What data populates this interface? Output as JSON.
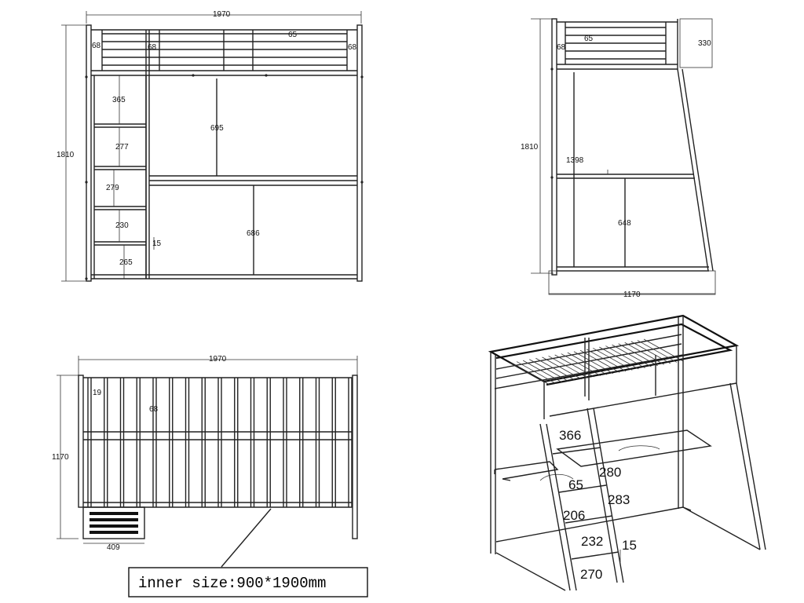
{
  "front_view": {
    "width": "1970",
    "height": "1810",
    "rail_left": "68",
    "rail_mid": "68",
    "rail_right": "68",
    "rail_spacing": "65",
    "step1": "365",
    "step2": "277",
    "step3": "279",
    "step4": "230",
    "step5": "265",
    "step_small": "15",
    "upper_opening": "695",
    "lower_opening": "686"
  },
  "side_view": {
    "height": "1810",
    "rail_left": "68",
    "rail_spacing": "65",
    "guard_height": "330",
    "desk_height": "1398",
    "lower_opening": "648",
    "length": "1170"
  },
  "top_view": {
    "length": "1970",
    "width": "1170",
    "slat_gap": "19",
    "slat_label": "68",
    "ladder_width": "409",
    "note": "inner size:900*1900mm"
  },
  "iso_view": {
    "d1": "366",
    "d2": "280",
    "d3": "65",
    "d4": "283",
    "d5": "206",
    "d6": "232",
    "d7": "15",
    "d8": "270"
  }
}
